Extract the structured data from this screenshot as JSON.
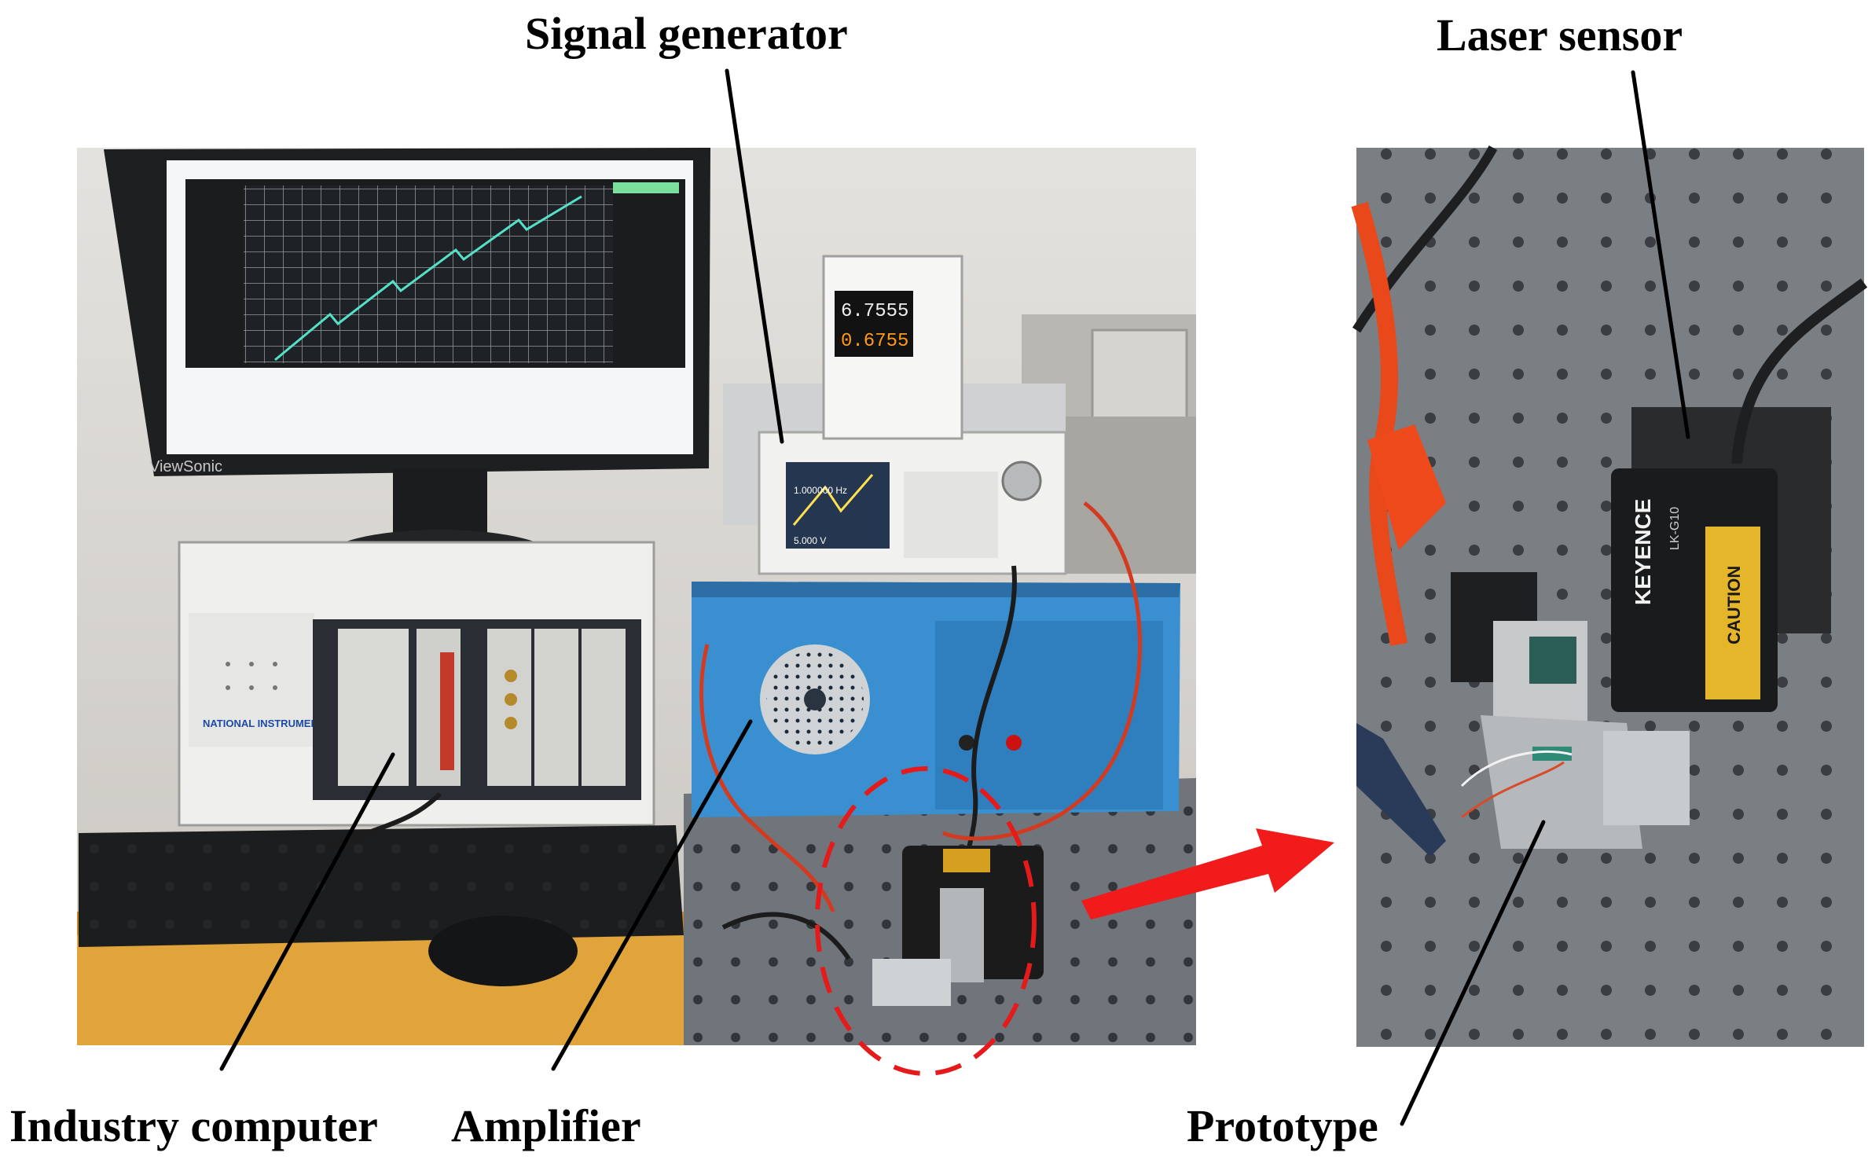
{
  "labels": {
    "signal_generator": "Signal generator",
    "laser_sensor": "Laser sensor",
    "industry_computer": "Industry computer",
    "amplifier": "Amplifier",
    "prototype": "Prototype"
  },
  "device_text": {
    "monitor_brand": "ViewSonic",
    "chassis_brand": "NATIONAL INSTRUMENTS",
    "power_display_1": "6.7555",
    "power_display_2": "0.6755",
    "generator_frequency": "1.000000 Hz",
    "generator_amplitude": "5.000 V",
    "sensor_brand": "KEYENCE",
    "sensor_model": "LK-G10",
    "sensor_warning": "CAUTION"
  },
  "colors": {
    "label_text": "#000000",
    "dashed_ellipse": "#e51b1b",
    "arrow": "#f21b1b",
    "amplifier_body": "#3a8fd0",
    "optical_table": "#7a7f84"
  }
}
